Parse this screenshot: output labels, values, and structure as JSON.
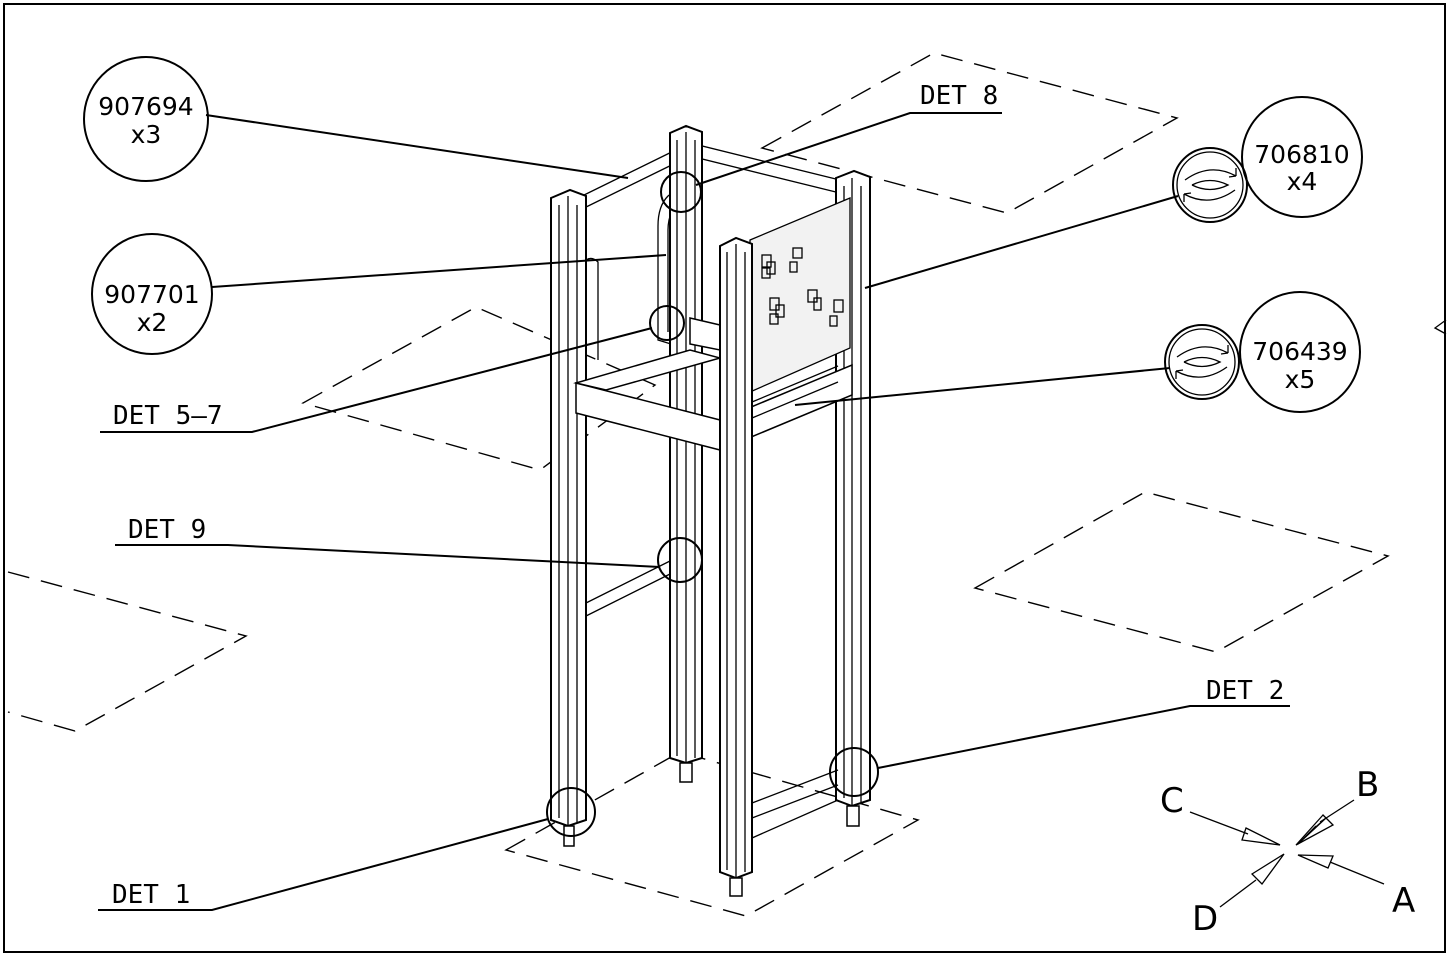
{
  "callouts": {
    "part_907694": {
      "number": "907694",
      "qty": "x3"
    },
    "part_907701": {
      "number": "907701",
      "qty": "x2"
    },
    "part_706810": {
      "number": "706810",
      "qty": "x4"
    },
    "part_706439": {
      "number": "706439",
      "qty": "x5"
    }
  },
  "details": {
    "det8": "DET 8",
    "det5_7": "DET 5–7",
    "det9": "DET 9",
    "det2": "DET 2",
    "det1": "DET 1"
  },
  "view_directions": {
    "a": "A",
    "b": "B",
    "c": "C",
    "d": "D"
  }
}
